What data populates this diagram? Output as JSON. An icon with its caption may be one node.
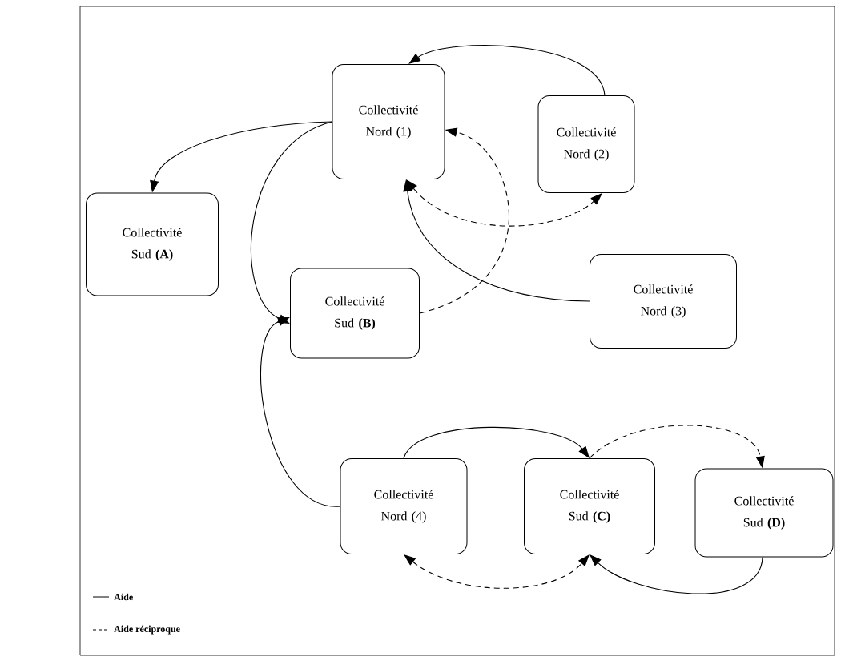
{
  "diagram": {
    "nodes": [
      {
        "text": [
          "Collectivité Nord (1)"
        ]
      },
      {
        "text": [
          "Collectivité Nord (2)"
        ]
      },
      {
        "text": [
          "Collectivité Sud **(A)**"
        ]
      },
      {
        "text": [
          "Collectivité Sud **(B)**"
        ]
      },
      {
        "text": [
          "Collectivité Nord (3)"
        ]
      },
      {
        "text": [
          "Collectivité Nord (4)"
        ]
      },
      {
        "text": [
          "Collectivité Sud **(C)**"
        ]
      },
      {
        "text": [
          "Collectivité Sud **(D)**"
        ]
      }
    ],
    "edges": [
      {
        "from": 1,
        "to": 0,
        "arrow": "to"
      },
      {
        "from": 0,
        "to": 2,
        "arrow": "to"
      },
      {
        "from": 0,
        "to": 3,
        "arrow": "to"
      },
      {
        "from": 3,
        "to": 0,
        "arrow": "to",
        "style": "dashed"
      },
      {
        "from": 0,
        "to": 1,
        "arrow": "both",
        "style": "dashed"
      },
      {
        "from": 4,
        "to": 0,
        "arrow": "to"
      },
      {
        "from": 5,
        "to": 3,
        "arrow": "to"
      },
      {
        "from": 5,
        "to": 6,
        "arrow": "to"
      },
      {
        "from": 6,
        "to": 7,
        "arrow": "to",
        "style": "dashed"
      },
      {
        "from": 5,
        "to": 6,
        "arrow": "both",
        "style": "dashed"
      },
      {
        "from": 7,
        "to": 6,
        "arrow": "to"
      }
    ],
    "legend": [
      {
        "text": "Aide"
      },
      {
        "text": "Aide réciproque"
      }
    ]
  }
}
